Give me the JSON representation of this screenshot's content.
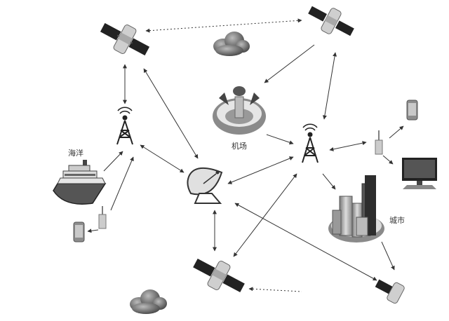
{
  "labels": {
    "sea": "海洋",
    "airport": "机场",
    "city": "城市"
  },
  "colors": {
    "line": "#333333",
    "node_dark": "#333333",
    "node_mid": "#9a9a9a",
    "node_light": "#d9d9d9"
  }
}
